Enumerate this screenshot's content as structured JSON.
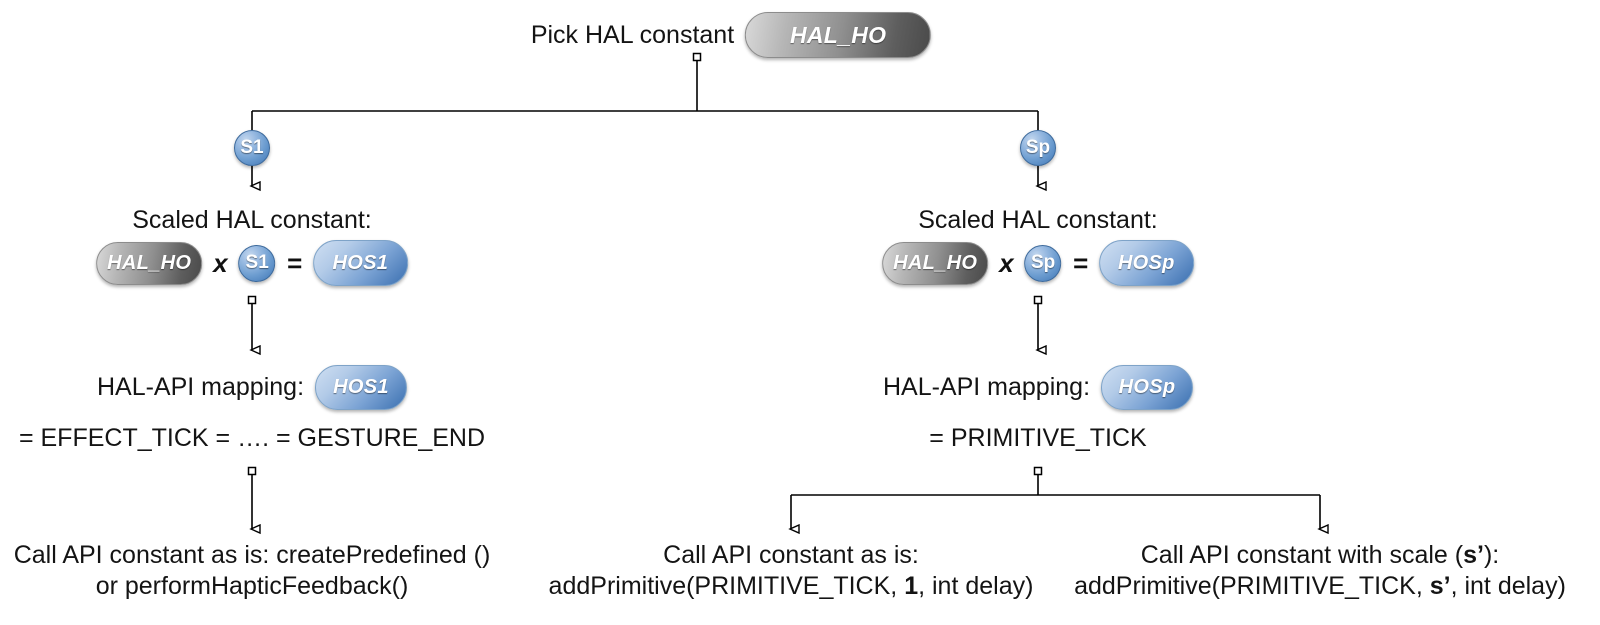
{
  "diagram": {
    "title_row": {
      "label": "Pick HAL constant",
      "pill": "HAL_HO"
    },
    "branch_labels": {
      "left": "S1",
      "right": "Sp"
    },
    "left_branch": {
      "scaled": {
        "caption": "Scaled HAL constant:",
        "operand_a": "HAL_HO",
        "operator_times": "x",
        "factor": "S1",
        "operator_equals": "=",
        "result": "HOS1"
      },
      "mapping": {
        "caption": "HAL-API mapping:",
        "pill": "HOS1",
        "expansion": "= EFFECT_TICK = …. = GESTURE_END"
      },
      "call": {
        "line1": "Call API constant as is: createPredefined ()",
        "line2": "or performHapticFeedback()"
      }
    },
    "right_branch": {
      "scaled": {
        "caption": "Scaled HAL constant:",
        "operand_a": "HAL_HO",
        "operator_times": "x",
        "factor": "Sp",
        "operator_equals": "=",
        "result": "HOSp"
      },
      "mapping": {
        "caption": "HAL-API mapping:",
        "pill": "HOSp",
        "expansion": "= PRIMITIVE_TICK"
      },
      "call_plain": {
        "line1": "Call API constant as is:",
        "line2_prefix": "addPrimitive(PRIMITIVE_TICK, ",
        "line2_emphasis": "1",
        "line2_suffix": ", int delay)"
      },
      "call_scaled": {
        "line1_prefix": "Call API constant with scale (",
        "line1_emphasis": "s’",
        "line1_suffix": "):",
        "line2_prefix": "addPrimitive(PRIMITIVE_TICK, ",
        "line2_emphasis": "s’",
        "line2_suffix": ", int delay)"
      }
    },
    "colors": {
      "pill_grey_light": "#d9d9d9",
      "pill_grey_dark": "#4a4a4a",
      "pill_blue_light": "#cfdff2",
      "pill_blue_dark": "#3a6fb0",
      "circle_blue": "#3d74b4",
      "connector_line": "#000000",
      "text": "#141414",
      "background": "#ffffff"
    }
  }
}
